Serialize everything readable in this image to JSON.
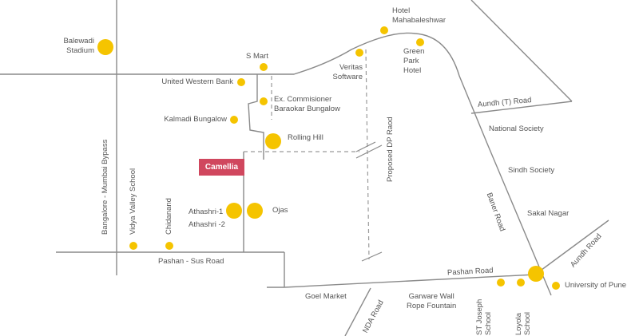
{
  "map": {
    "highlight": {
      "label": "Camellia",
      "color": "#d0475e"
    },
    "marker_color": "#f5c400",
    "road_color": "#8a8a8a",
    "roads": {
      "bangalore_mumbai_bypass": "Bangalore - Mumbai Bypass",
      "pashan_sus_road": "Pashan - Sus Road",
      "proposed_dp_road": "Proposed DP Raod",
      "aundh_it_road": "Aundh (T) Road",
      "baner_road": "Baner Road",
      "aundh_road": "Aundh Road",
      "pashan_road": "Pashan Road",
      "nda_road": "NDA Road"
    },
    "landmarks": {
      "balewadi_stadium": [
        "Balewadi",
        "Stadium"
      ],
      "s_mart": "S Mart",
      "united_western_bank": "United Western Bank",
      "ex_commissioner": [
        "Ex. Commisioner",
        "Baraokar Bungalow"
      ],
      "kalmadi_bungalow": "Kalmadi Bungalow",
      "rolling_hill": "Rolling Hill",
      "veritas_software": [
        "Veritas",
        "Software"
      ],
      "hotel_mahabaleshwar": [
        "Hotel",
        "Mahabaleshwar"
      ],
      "green_park_hotel": [
        "Green",
        "Park",
        "Hotel"
      ],
      "athashri": [
        "Athashri-1",
        "Athashri -2"
      ],
      "ojas": "Ojas",
      "vidya_valley_school": "Vidya Valley School",
      "chidanand": "Chidanand",
      "goel_market": "Goel Market",
      "garware_wall": [
        "Garware Wall",
        "Rope Fountain"
      ],
      "st_joseph_school": [
        "ST Joseph",
        "School"
      ],
      "loyola_school": [
        "Loyola",
        "School"
      ],
      "university_of_pune": "University of Pune"
    },
    "areas": {
      "national_society": "National Society",
      "sindh_society": "Sindh Society",
      "sakal_nagar": "Sakal Nagar"
    }
  }
}
